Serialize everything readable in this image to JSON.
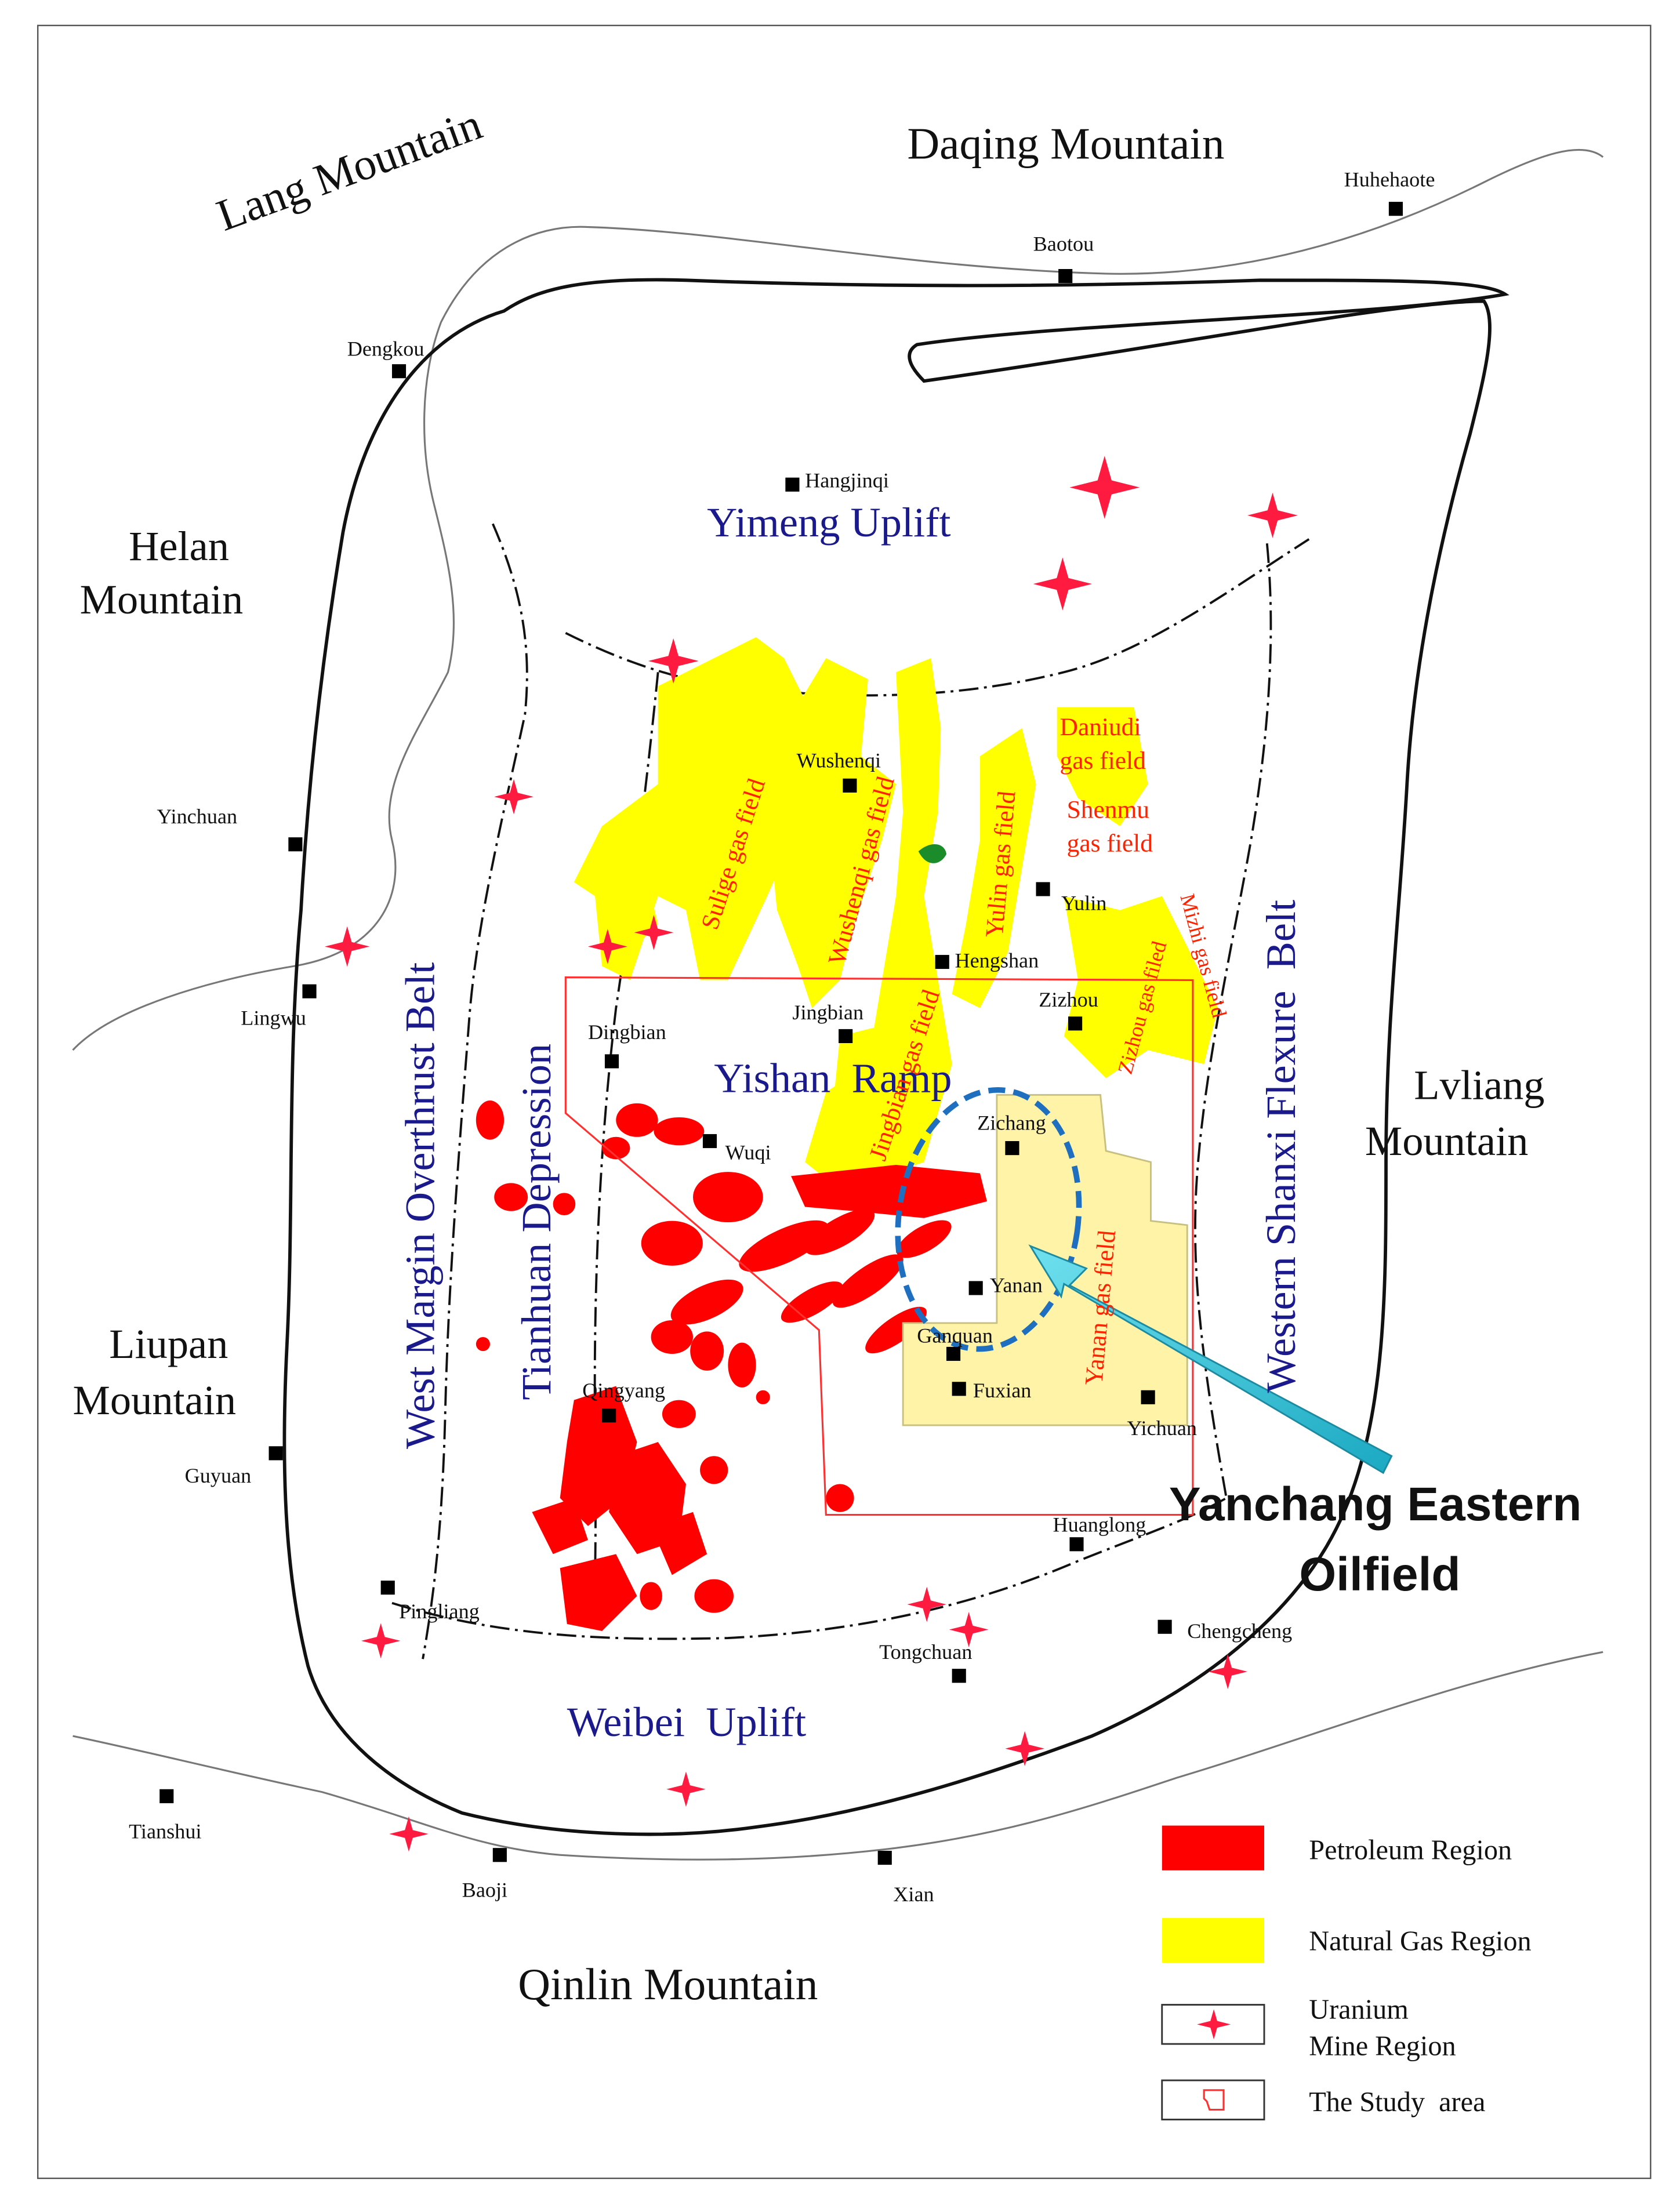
{
  "map": {
    "ranges": {
      "lang": "Lang Mountain",
      "daqing": "Daqing Mountain",
      "helan_l1": "Helan",
      "helan_l2": "Mountain",
      "lvliang_l1": "Lvliang",
      "lvliang_l2": "Mountain",
      "liupan_l1": "Liupan",
      "liupan_l2": "Mountain",
      "qinlin": "Qinlin Mountain"
    },
    "structures": {
      "yimeng": "Yimeng Uplift",
      "yishan": "Yishan  Ramp",
      "weibei": "Weibei  Uplift",
      "west_margin": "West Margin Overthrust Belt",
      "tianhuan": "Tianhuan Depression",
      "western_shanxi": "Western Shanxi Flexure  Belt"
    },
    "cities": {
      "huhehaote": "Huhehaote",
      "baotou": "Baotou",
      "dengkou": "Dengkou",
      "hangjinqi": "Hangjinqi",
      "yinchuan": "Yinchuan",
      "lingwu": "Lingwu",
      "wushenqi": "Wushenqi",
      "yulin": "Yulin",
      "hengshan": "Hengshan",
      "jingbian": "Jingbian",
      "zizhou": "Zizhou",
      "dingbian": "Dingbian",
      "wuqi": "Wuqi",
      "zichang": "Zichang",
      "yanan": "Yanan",
      "ganquan": "Ganquan",
      "fuxian": "Fuxian",
      "yichuan": "Yichuan",
      "qingyang": "Qingyang",
      "guyuan": "Guyuan",
      "huanglong": "Huanglong",
      "pingliang": "Pingliang",
      "chengcheng": "Chengcheng",
      "tongchuan": "Tongchuan",
      "tianshui": "Tianshui",
      "baoji": "Baoji",
      "xian": "Xian"
    },
    "fields": {
      "sulige": "Sulige gas field",
      "wushenqi": "Wushenqi gas field",
      "jingbian": "Jingbian gas field",
      "yulin": "Yulin gas field",
      "daniudi_l1": "Daniudi",
      "daniudi_l2": "gas field",
      "shenmu_l1": "Shenmu",
      "shenmu_l2": "gas field",
      "zizhou": "Zizhou gas filed",
      "mizhi": "Mizhi gas field",
      "yanan": "Yanan gas field"
    },
    "callout": {
      "line1": "Yanchang Eastern",
      "line2": "Oilfield"
    },
    "legend": {
      "petroleum": "Petroleum Region",
      "gas": "Natural Gas Region",
      "uranium_l1": "Uranium",
      "uranium_l2": "Mine Region",
      "study": "The Study  area"
    },
    "colors": {
      "petroleum": "#ff0000",
      "gas": "#ffff00",
      "study_area_fill": "#fff3a8",
      "uranium": "#ff1a40",
      "structure_text": "#1a1a8c",
      "field_text": "#ff2200",
      "callout_arrow": "#29c3d6",
      "ellipse": "#1f6fc0"
    }
  }
}
